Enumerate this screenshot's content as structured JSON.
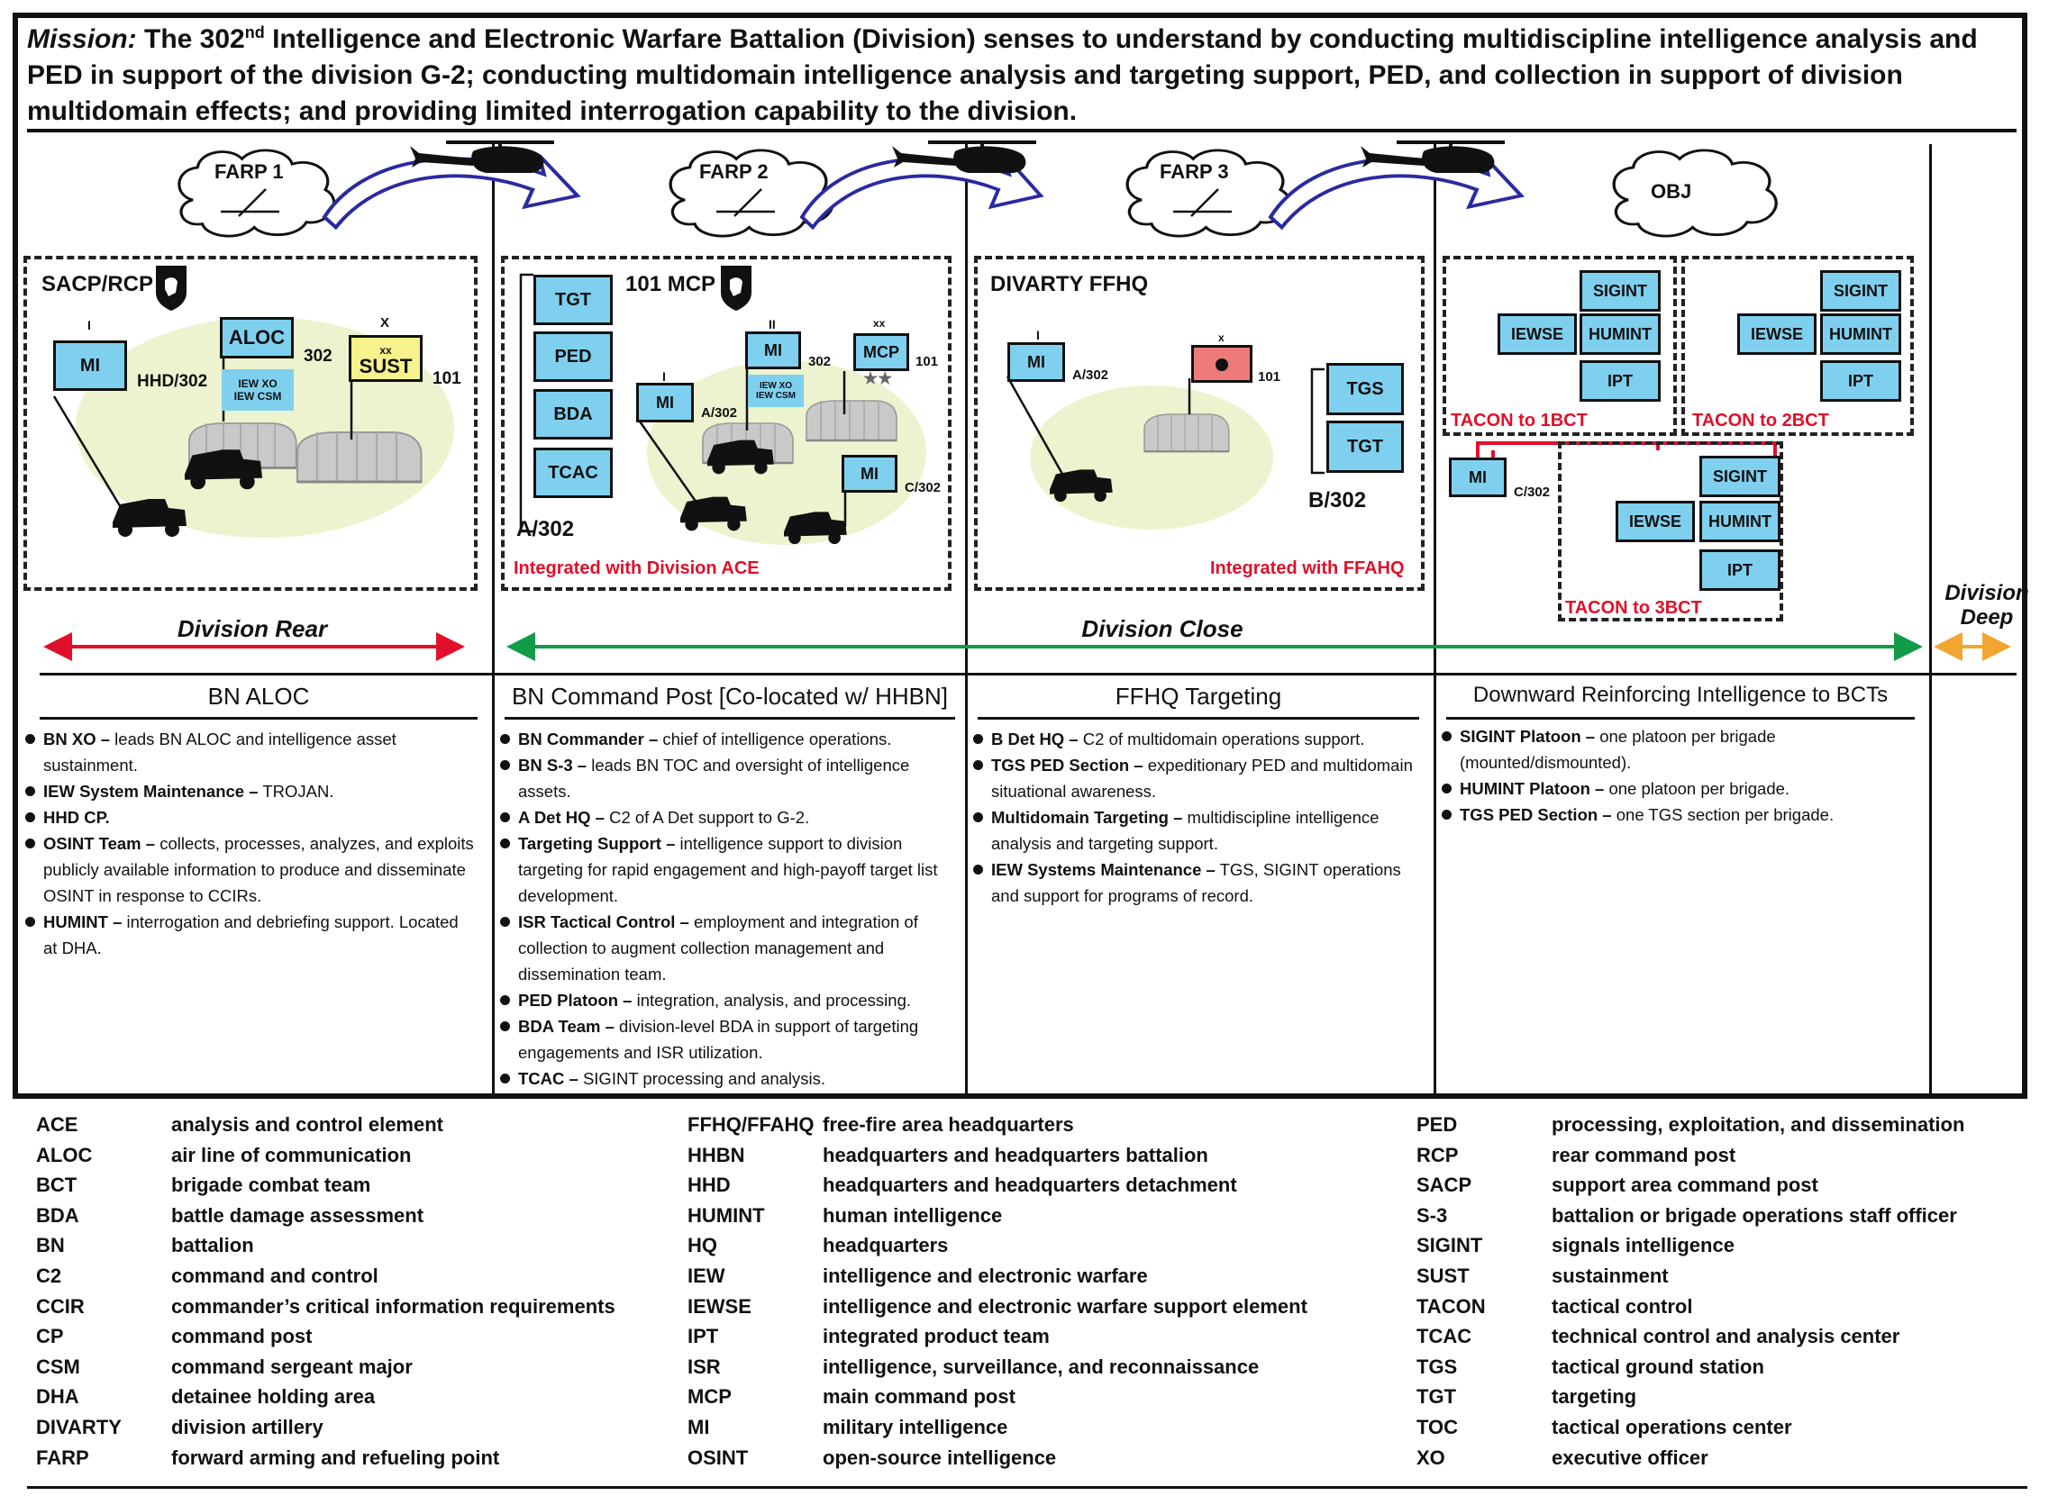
{
  "mission": {
    "label": "Mission:",
    "text_a": " The 302",
    "sup": "nd",
    "text_b": " Intelligence and Electronic Warfare Battalion (Division) senses to understand by conducting multidiscipline intelligence analysis and PED in support of the division G-2; conducting multidomain intelligence analysis and targeting support, PED, and collection in support of division multidomain effects; and providing limited interrogation capability to the division."
  },
  "farps": {
    "farp1": "FARP 1",
    "farp2": "FARP 2",
    "farp3": "FARP 3",
    "obj": "OBJ"
  },
  "rear": {
    "title": "SACP/RCP",
    "mi_echelon": "I",
    "mi": "MI",
    "mi_label": "HHD/302",
    "aloc": "ALOC",
    "aloc_num": "302",
    "iew_xo": "IEW XO",
    "iew_csm": "IEW CSM",
    "sust_echelon_top": "X",
    "sust_echelon": "xx",
    "sust": "SUST",
    "sust_num": "101"
  },
  "mcp": {
    "title": "101 MCP",
    "stack": [
      "TGT",
      "PED",
      "BDA",
      "TCAC"
    ],
    "stack_label": "A/302",
    "mi_a_echelon": "I",
    "mi_a": "MI",
    "mi_a_label": "A/302",
    "mi_302_echelon": "II",
    "mi_302": "MI",
    "mi_302_num": "302",
    "iew_xo": "IEW XO",
    "iew_csm": "IEW CSM",
    "mcp_echelon": "xx",
    "mcp_unit": "MCP",
    "mcp_num": "101",
    "stars": "★★",
    "mi_c": "MI",
    "mi_c_label": "C/302",
    "integrated": "Integrated with Division ACE"
  },
  "close": {
    "title": "DIVARTY FFHQ",
    "mi_echelon": "I",
    "mi": "MI",
    "mi_label": "A/302",
    "art_echelon": "x",
    "art_num": "101",
    "stack": [
      "TGS",
      "TGT"
    ],
    "stack_label": "B/302",
    "integrated": "Integrated with FFAHQ"
  },
  "deep": {
    "sigint": "SIGINT",
    "humint": "HUMINT",
    "iewse": "IEWSE",
    "ipt": "IPT",
    "tacon1": "TACON to 1BCT",
    "tacon2": "TACON to 2BCT",
    "tacon3": "TACON to 3BCT",
    "mi": "MI",
    "mi_label": "C/302"
  },
  "zones": {
    "rear": "Division Rear",
    "close": "Division Close",
    "deep_a": "Division",
    "deep_b": "Deep",
    "colors": {
      "rear": "#e0102a",
      "close": "#129b48",
      "deep": "#f2a531"
    }
  },
  "sections": [
    {
      "title": "BN ALOC",
      "bullets": [
        {
          "t": "BN XO –",
          "d": " leads BN ALOC and intelligence asset sustainment."
        },
        {
          "t": "IEW System Maintenance –",
          "d": " TROJAN."
        },
        {
          "t": "HHD CP.",
          "d": ""
        },
        {
          "t": "OSINT Team –",
          "d": " collects, processes, analyzes, and exploits publicly available information to produce and disseminate OSINT in response to CCIRs."
        },
        {
          "t": "HUMINT –",
          "d": " interrogation and debriefing support. Located at DHA."
        }
      ]
    },
    {
      "title": "BN Command Post [Co-located w/ HHBN]",
      "bullets": [
        {
          "t": "BN Commander –",
          "d": " chief of intelligence operations."
        },
        {
          "t": "BN S-3 –",
          "d": " leads BN TOC and oversight of intelligence assets."
        },
        {
          "t": "A Det HQ –",
          "d": " C2 of A Det support to G-2."
        },
        {
          "t": "Targeting Support –",
          "d": " intelligence support to division targeting for rapid engagement and high-payoff target list development."
        },
        {
          "t": "ISR Tactical Control –",
          "d": " employment and integration of collection to augment collection management and dissemination team."
        },
        {
          "t": "PED Platoon –",
          "d": " integration, analysis, and processing."
        },
        {
          "t": "BDA Team –",
          "d": " division-level BDA in support of targeting engagements and ISR utilization."
        },
        {
          "t": "TCAC –",
          "d": " SIGINT processing and analysis."
        }
      ]
    },
    {
      "title": "FFHQ Targeting",
      "bullets": [
        {
          "t": "B Det HQ –",
          "d": " C2 of multidomain operations support."
        },
        {
          "t": "TGS PED Section –",
          "d": " expeditionary PED and multidomain situational awareness."
        },
        {
          "t": "Multidomain Targeting –",
          "d": " multidiscipline intelligence analysis and targeting support."
        },
        {
          "t": "IEW Systems Maintenance –",
          "d": " TGS, SIGINT operations and support for programs of record."
        }
      ]
    },
    {
      "title": "Downward Reinforcing Intelligence to BCTs",
      "bullets": [
        {
          "t": "SIGINT Platoon –",
          "d": " one platoon per brigade (mounted/dismounted)."
        },
        {
          "t": "HUMINT Platoon –",
          "d": " one platoon per brigade."
        },
        {
          "t": "TGS PED Section –",
          "d": " one TGS section per brigade."
        }
      ]
    }
  ],
  "glossary": [
    [
      [
        "ACE",
        "analysis and control element"
      ],
      [
        "ALOC",
        "air line of communication"
      ],
      [
        "BCT",
        "brigade combat team"
      ],
      [
        "BDA",
        "battle damage assessment"
      ],
      [
        "BN",
        "battalion"
      ],
      [
        "C2",
        "command and control"
      ],
      [
        "CCIR",
        "commander’s critical information requirements"
      ],
      [
        "CP",
        "command post"
      ],
      [
        "CSM",
        "command sergeant major"
      ],
      [
        "DHA",
        "detainee holding area"
      ],
      [
        "DIVARTY",
        "division artillery"
      ],
      [
        "FARP",
        "forward arming and refueling point"
      ]
    ],
    [
      [
        "FFHQ/FFAHQ",
        "free-fire area headquarters"
      ],
      [
        "HHBN",
        "headquarters and headquarters battalion"
      ],
      [
        "HHD",
        "headquarters and headquarters detachment"
      ],
      [
        "HUMINT",
        "human intelligence"
      ],
      [
        "HQ",
        "headquarters"
      ],
      [
        "IEW",
        "intelligence and electronic warfare"
      ],
      [
        "IEWSE",
        "intelligence and electronic warfare support element"
      ],
      [
        "IPT",
        "integrated product team"
      ],
      [
        "ISR",
        "intelligence, surveillance, and reconnaissance"
      ],
      [
        "MCP",
        "main command post"
      ],
      [
        "MI",
        "military intelligence"
      ],
      [
        "OSINT",
        "open-source intelligence"
      ]
    ],
    [
      [
        "PED",
        "processing, exploitation, and dissemination"
      ],
      [
        "RCP",
        "rear command post"
      ],
      [
        "SACP",
        "support area command post"
      ],
      [
        "S-3",
        "battalion or brigade operations staff officer"
      ],
      [
        "SIGINT",
        "signals intelligence"
      ],
      [
        "SUST",
        "sustainment"
      ],
      [
        "TACON",
        "tactical control"
      ],
      [
        "TCAC",
        "technical control and analysis center"
      ],
      [
        "TGS",
        "tactical ground station"
      ],
      [
        "TGT",
        "targeting"
      ],
      [
        "TOC",
        "tactical operations center"
      ],
      [
        "XO",
        "executive officer"
      ]
    ]
  ]
}
